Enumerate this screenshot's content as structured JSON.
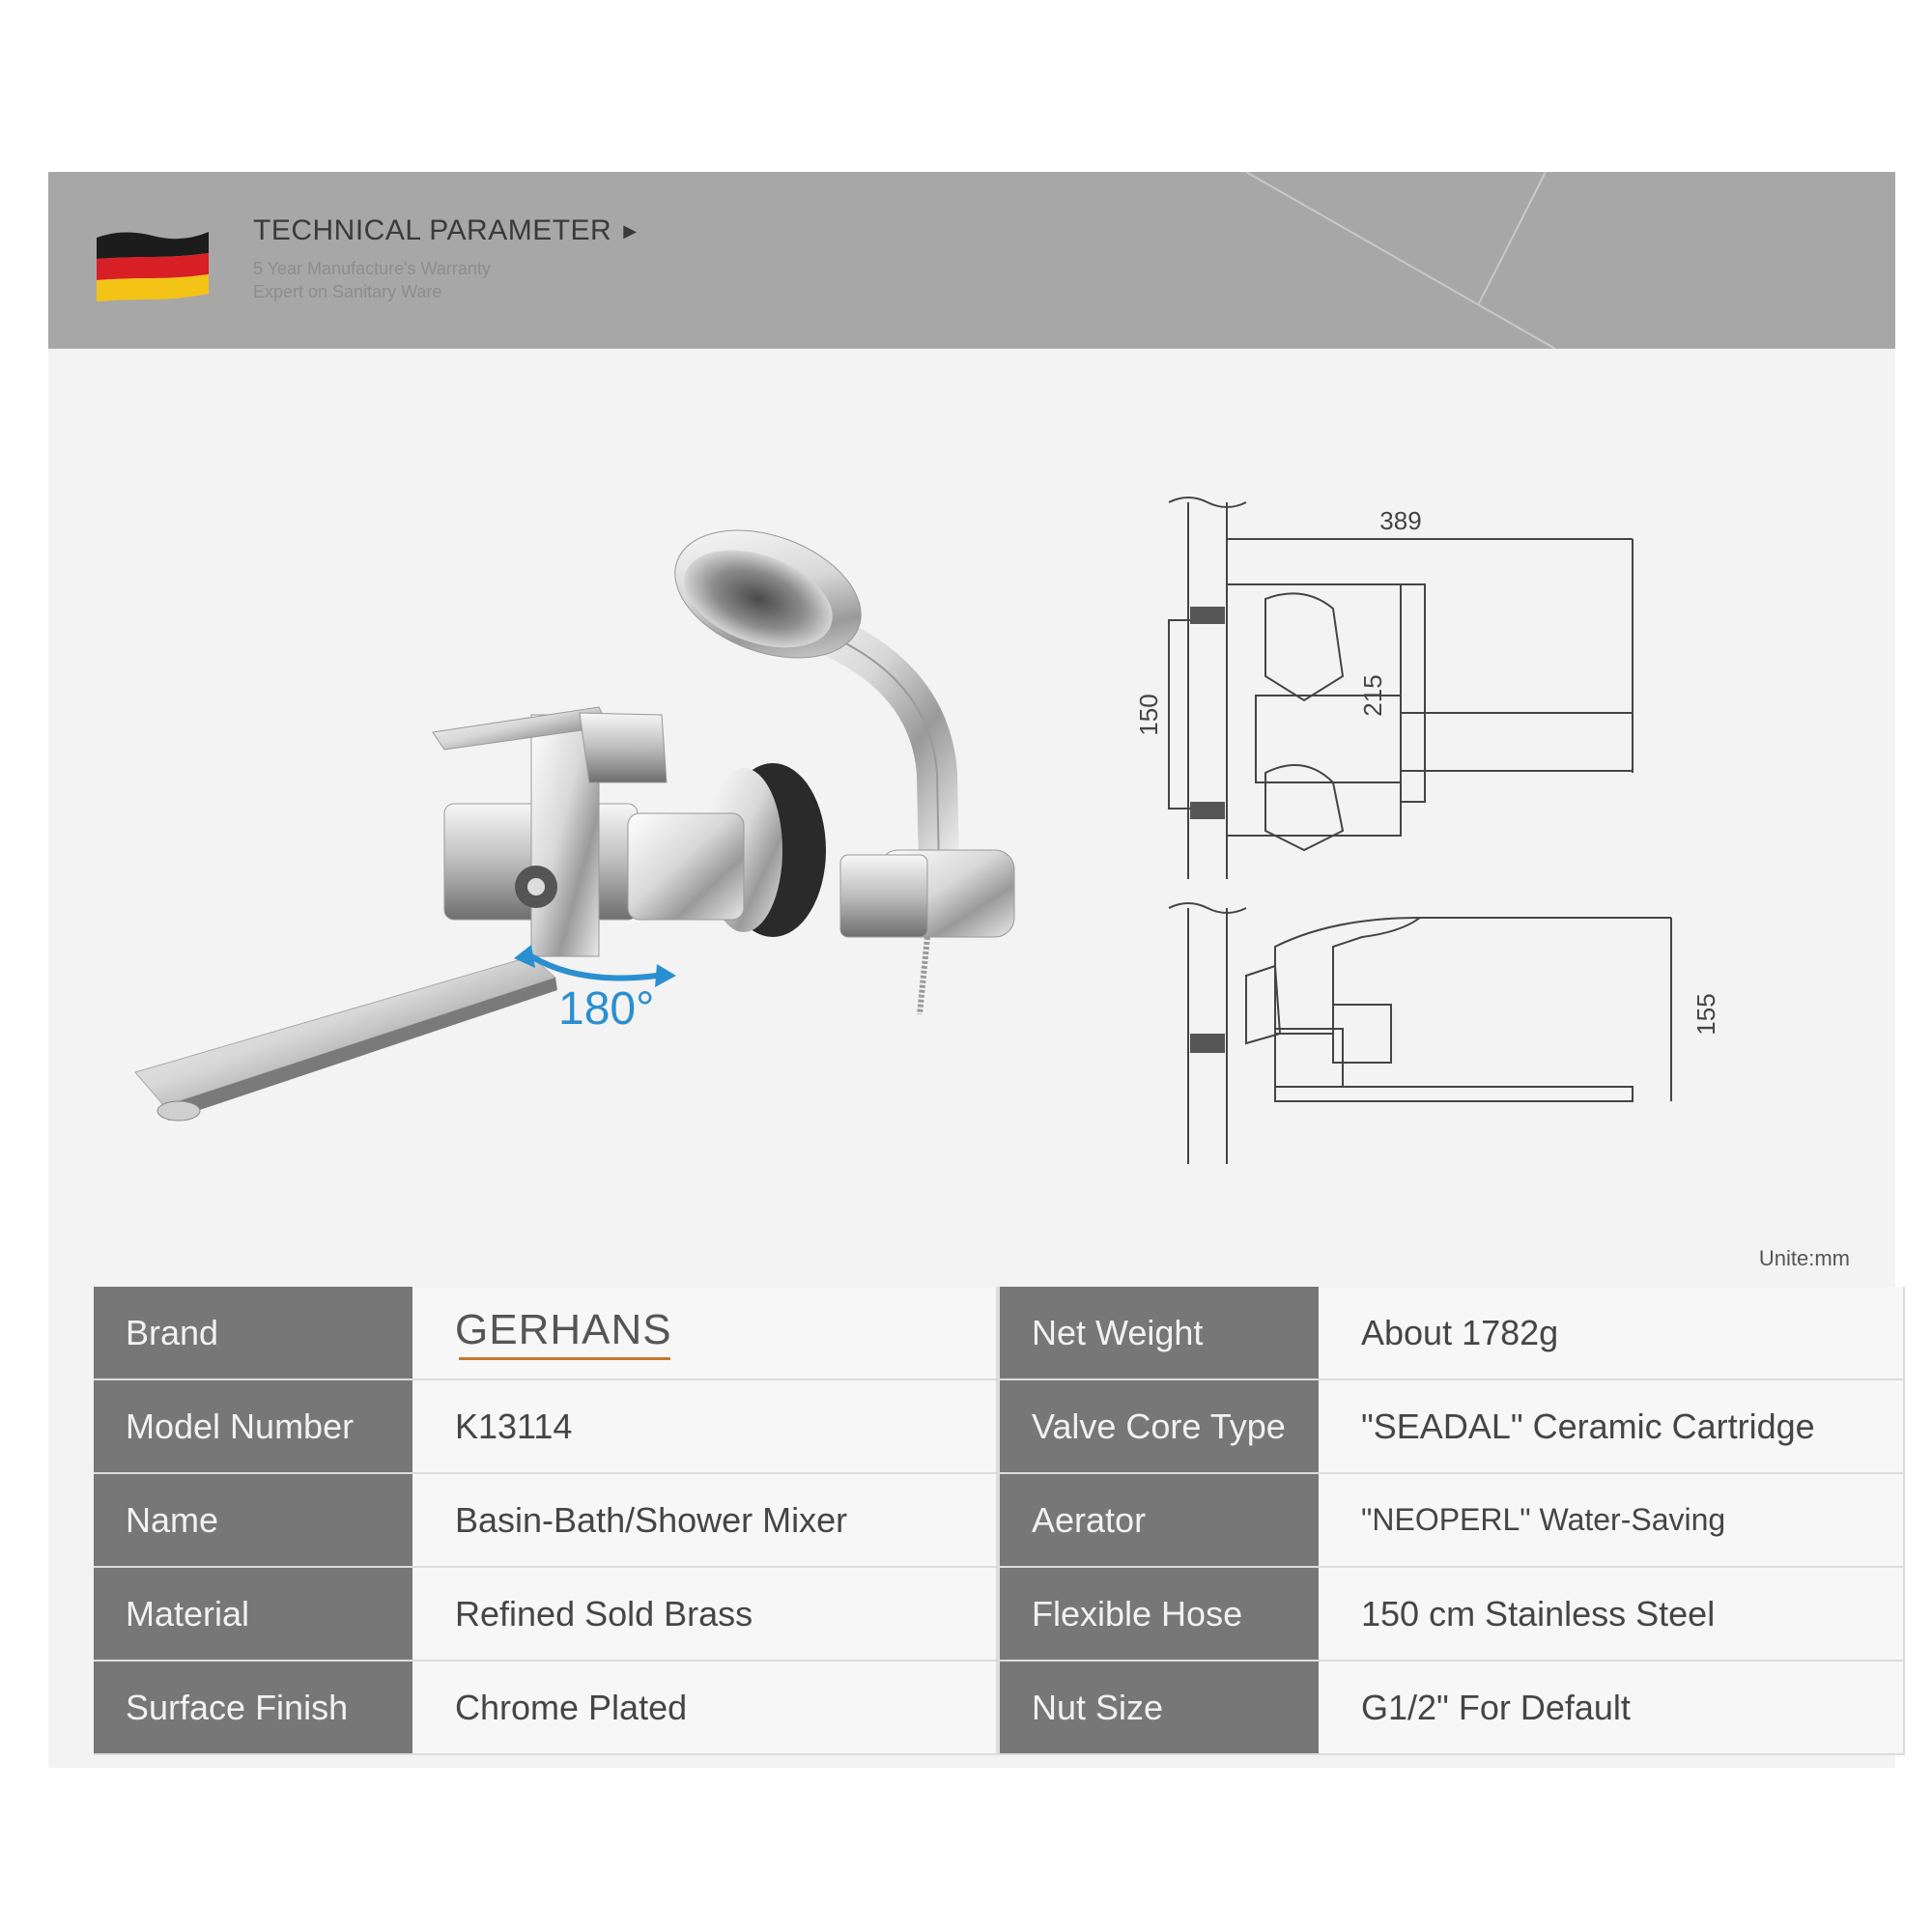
{
  "header": {
    "title": "TECHNICAL PARAMETER",
    "subtitle_1": "5 Year Manufacture's Warranty",
    "subtitle_2": "Expert on Sanitary Ware",
    "flag_icon": "germany-flag-icon"
  },
  "product": {
    "rotation_label": "180°",
    "accent_color": "#2a8fd0"
  },
  "drawing": {
    "dim_width": "389",
    "dim_inlet_spacing": "150",
    "dim_height_top": "215",
    "dim_height_side": "155"
  },
  "unit_label": "Unite:mm",
  "specs": [
    {
      "k1": "Brand",
      "v1": "GERHANS",
      "k2": "Net Weight",
      "v2": "About 1782g"
    },
    {
      "k1": "Model Number",
      "v1": "K13114",
      "k2": "Valve Core Type",
      "v2": "\"SEADAL\" Ceramic Cartridge"
    },
    {
      "k1": "Name",
      "v1": "Basin-Bath/Shower Mixer",
      "k2": "Aerator",
      "v2": "\"NEOPERL\" Water-Saving"
    },
    {
      "k1": "Material",
      "v1": "Refined Sold Brass",
      "k2": "Flexible Hose",
      "v2": "150 cm Stainless Steel"
    },
    {
      "k1": "Surface Finish",
      "v1": "Chrome Plated",
      "k2": "Nut Size",
      "v2": "G1/2\" For Default"
    }
  ]
}
